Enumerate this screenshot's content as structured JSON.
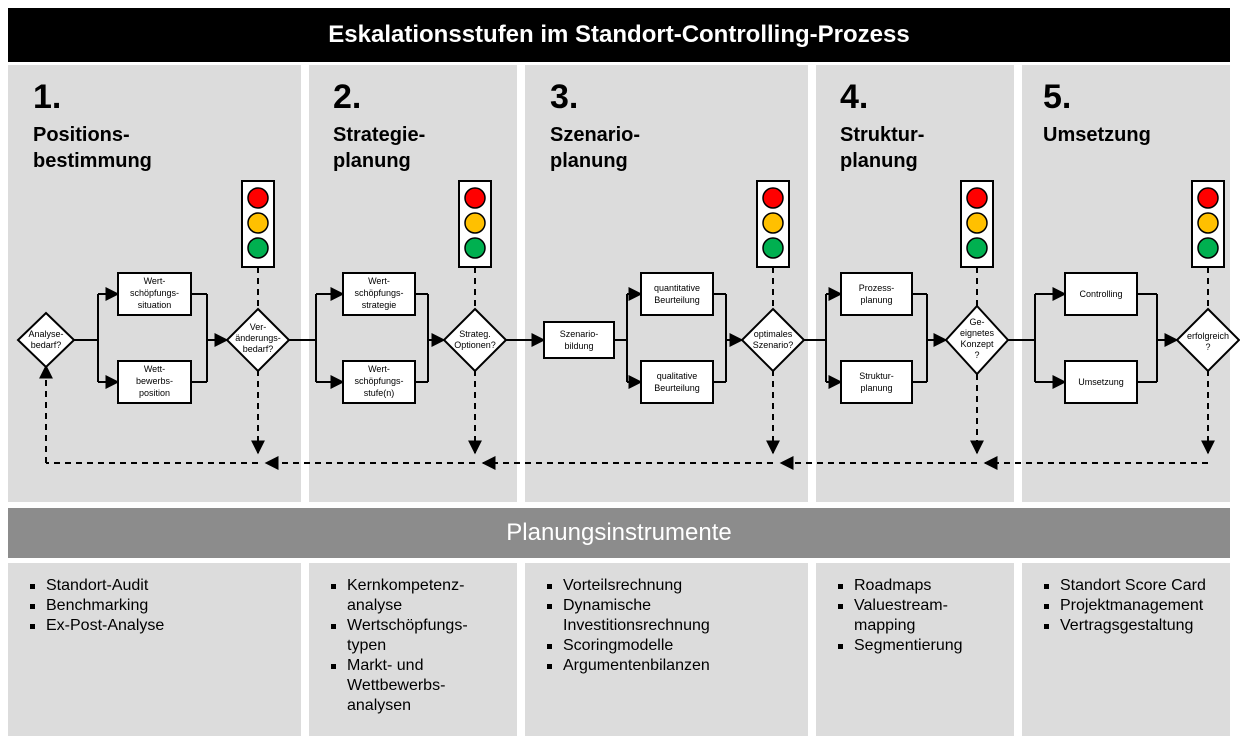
{
  "title": "Eskalationsstufen im Standort-Controlling-Prozess",
  "stages": [
    {
      "number": "1.",
      "title_lines": [
        "Positions-",
        "bestimmung"
      ]
    },
    {
      "number": "2.",
      "title_lines": [
        "Strategie-",
        "planung"
      ]
    },
    {
      "number": "3.",
      "title_lines": [
        "Szenario-",
        "planung"
      ]
    },
    {
      "number": "4.",
      "title_lines": [
        "Struktur-",
        "planung"
      ]
    },
    {
      "number": "5.",
      "title_lines": [
        "Umsetzung"
      ]
    }
  ],
  "flow": {
    "start_decision": [
      "Analyse-",
      "bedarf?"
    ],
    "stage1_boxes": [
      [
        "Wert-",
        "schöpfungs-",
        "situation"
      ],
      [
        "Wett-",
        "bewerbs-",
        "position"
      ]
    ],
    "stage1_decision": [
      "Ver-",
      "änderungs-",
      "bedarf?"
    ],
    "stage2_boxes": [
      [
        "Wert-",
        "schöpfungs-",
        "strategie"
      ],
      [
        "Wert-",
        "schöpfungs-",
        "stufe(n)"
      ]
    ],
    "stage2_decision": [
      "Strateg.",
      "Optionen?"
    ],
    "stage3_entry": [
      "Szenario-",
      "bildung"
    ],
    "stage3_boxes": [
      [
        "quantitative",
        "Beurteilung"
      ],
      [
        "qualitative",
        "Beurteilung"
      ]
    ],
    "stage3_decision": [
      "optimales",
      "Szenario?"
    ],
    "stage4_boxes": [
      [
        "Prozess-",
        "planung"
      ],
      [
        "Struktur-",
        "planung"
      ]
    ],
    "stage4_decision": [
      "Ge-",
      "eignetes",
      "Konzept",
      "?"
    ],
    "stage5_boxes": [
      [
        "Controlling"
      ],
      [
        "Umsetzung"
      ]
    ],
    "stage5_decision": [
      "erfolgreich",
      "?"
    ]
  },
  "traffic_light_colors": {
    "red": "#ff0000",
    "yellow": "#ffc000",
    "green": "#00b050"
  },
  "instruments_title": "Planungsinstrumente",
  "instruments": [
    [
      [
        "Standort-Audit"
      ],
      [
        "Benchmarking"
      ],
      [
        "Ex-Post-Analyse"
      ]
    ],
    [
      [
        "Kernkompetenz-",
        "analyse"
      ],
      [
        "Wertschöpfungs-",
        "typen"
      ],
      [
        "Markt- und",
        "Wettbewerbs-",
        "analysen"
      ]
    ],
    [
      [
        "Vorteilsrechnung"
      ],
      [
        "Dynamische",
        "Investitionsrechnung"
      ],
      [
        "Scoringmodelle"
      ],
      [
        "Argumentenbilanzen"
      ]
    ],
    [
      [
        "Roadmaps"
      ],
      [
        "Valuestream-",
        "mapping"
      ],
      [
        "Segmentierung"
      ]
    ],
    [
      [
        "Standort Score Card"
      ],
      [
        "Projektmanagement"
      ],
      [
        "Vertragsgestaltung"
      ]
    ]
  ]
}
